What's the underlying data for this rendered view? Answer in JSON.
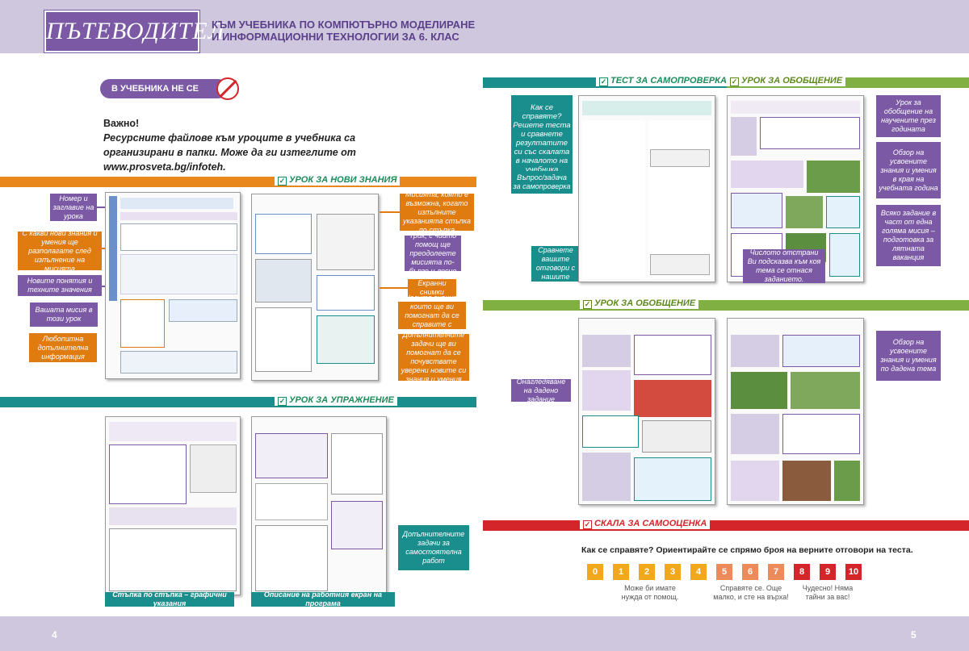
{
  "header": {
    "logo": "ПЪТЕВОДИТЕЛ",
    "title_line1": "КЪМ УЧЕБНИКА ПО КОМПЮТЪРНО МОДЕЛИРАНЕ",
    "title_line2": "И ИНФОРМАЦИОННИ ТЕХНОЛОГИИ ЗА 6. КЛАС"
  },
  "left": {
    "no_write_pill": "В УЧЕБНИКА НЕ СЕ ПИШЕ!",
    "important_title": "Важно!",
    "important_text": "Ресурсните файлове към уроците в учебника са организирани в папки. Може да ги изтеглите от www.prosveta.bg/infoteh.",
    "section_new": "УРОК ЗА НОВИ ЗНАНИЯ",
    "section_practice": "УРОК ЗА УПРАЖНЕНИЕ",
    "callouts_left": [
      "Номер и заглавие на урока",
      "С какви нови знания и умения ще разполагате след изпълнение на мисията",
      "Новите понятия и техните значения",
      "Вашата мисия в този урок",
      "Любопитна допълнителна информация"
    ],
    "callouts_right": [
      "Мисията, която е възможна, когато изпълните указанията стъпка по стъпка",
      "Трик, с чиито помощ ще преодолеете мисията по-бързо и лесно",
      "Екранни снимки",
      "Новите знания, които ще ви помогнат да се справите с мисията",
      "Допълнителните задачи ще ви помогнат да се почувствате уверени новите си знания и умения"
    ],
    "practice_callout_right": "Допълнителните задачи за самостоятелна работ",
    "practice_label_1": "Стъпка по стъпка – графични указания",
    "practice_label_2": "Описание на работния екран на програма",
    "page_number": "4"
  },
  "right": {
    "section_test": "ТЕСТ ЗА САМОПРОВЕРКА",
    "section_review_top": "УРОК ЗА ОБОБЩЕНИЕ",
    "section_review_mid": "УРОК ЗА ОБОБЩЕНИЕ",
    "section_scale": "СКАЛА ЗА САМООЦЕНКА",
    "callouts_test": [
      "Как се справяте? Решете теста и сравнете резултатите си със скалата в началото на учебника",
      "Въпрос/задача за самопроверка",
      "Сравнете вашите отговори с нашите"
    ],
    "callouts_review": [
      "Урок за обобщение на научените през годината",
      "Обзор на усвоените знания и умения в края на учебната година",
      "Всяко задание в част от една голяма мисия – подготовка за лятната ваканция",
      "Числото отстрани Ви подсказва към коя тема се отнася заданието."
    ],
    "callouts_review_mid": [
      "Онагледяване на дадено задание",
      "Обзор на усвоените знания и умения по дадена тема"
    ],
    "scale_question": "Как се справяте? Ориентирайте се спрямо броя на верните отговори на теста.",
    "scale_cells": [
      "0",
      "1",
      "2",
      "3",
      "4",
      "5",
      "6",
      "7",
      "8",
      "9",
      "10"
    ],
    "scale_captions": [
      "Може би имате нужда от помощ.",
      "Справяте се. Още малко, и сте на върха!",
      "Чудесно! Няма тайни за вас!"
    ],
    "colors": {
      "low": "#f2a81d",
      "mid": "#ec8a5a",
      "high": "#d4262a"
    },
    "page_number": "5"
  }
}
